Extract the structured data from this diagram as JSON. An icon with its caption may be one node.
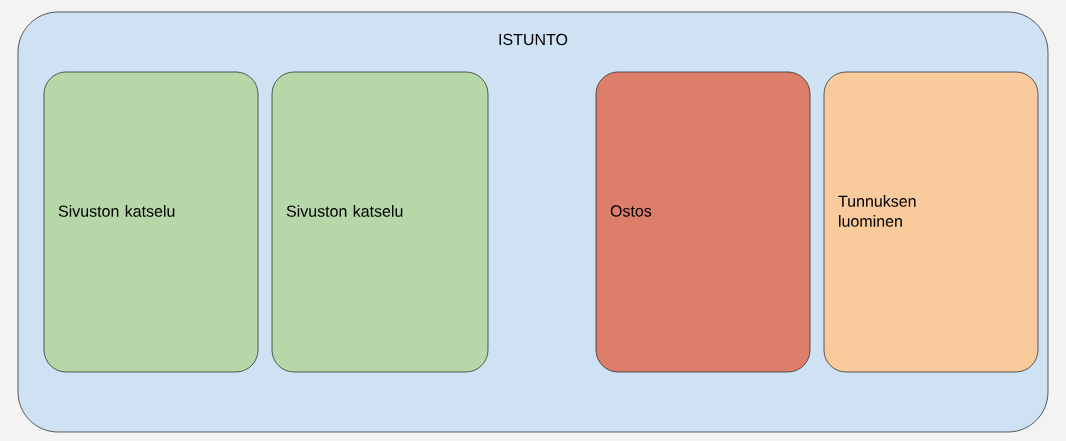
{
  "diagram": {
    "nodes": [
      {
        "text": [
          "ISTUNTO"
        ]
      },
      {
        "text": [
          "Sivuston katselu"
        ],
        "in": 0
      },
      {
        "text": [
          "Sivuston katselu"
        ],
        "in": 0
      },
      {
        "text": [
          "Ostos"
        ],
        "in": 0
      },
      {
        "text": [
          "Tunnuksen luominen"
        ],
        "in": 0
      }
    ]
  }
}
